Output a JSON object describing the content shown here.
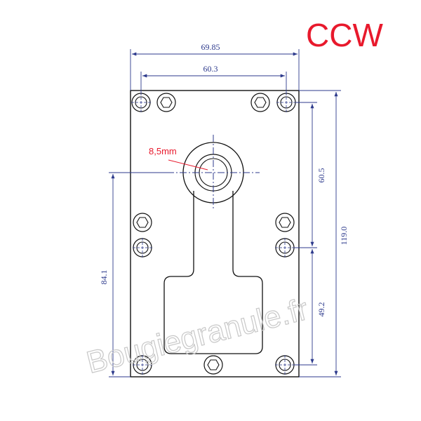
{
  "rotation_label": "CCW",
  "hole_label": "8,5mm",
  "watermark": "Bougiegranule.fr",
  "dimensions": {
    "overall_width": "69.85",
    "hole_width": "60.3",
    "top_hole_offset": "60.5",
    "overall_height": "119.0",
    "bottom_offset": "49.2",
    "shaft_height": "84.1"
  },
  "colors": {
    "dimension_line": "#2d3a8c",
    "outline": "#111111",
    "accent_red": "#e8192c",
    "watermark": "#c8c8c8"
  }
}
